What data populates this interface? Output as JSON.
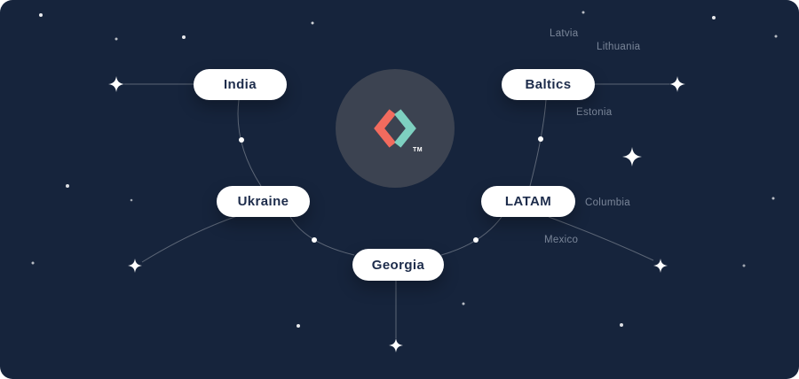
{
  "theme": {
    "background": "#16243c",
    "pill_background": "#ffffff",
    "pill_text": "#1d2c4b",
    "line_color": "rgba(255,255,255,0.30)",
    "muted_label": "rgba(204,213,228,0.55)",
    "logo_circle": "#3c4351",
    "logo_coral": "#f26b5e",
    "logo_teal": "#7ed0c0",
    "star_color": "#ffffff"
  },
  "logo": {
    "tm_label": "TM"
  },
  "nodes": [
    {
      "label": "India"
    },
    {
      "label": "Baltics"
    },
    {
      "label": "Ukraine"
    },
    {
      "label": "LATAM"
    },
    {
      "label": "Georgia"
    }
  ],
  "satellites": [
    {
      "label": "Latvia"
    },
    {
      "label": "Lithuania"
    },
    {
      "label": "Estonia"
    },
    {
      "label": "Columbia"
    },
    {
      "label": "Mexico"
    }
  ]
}
